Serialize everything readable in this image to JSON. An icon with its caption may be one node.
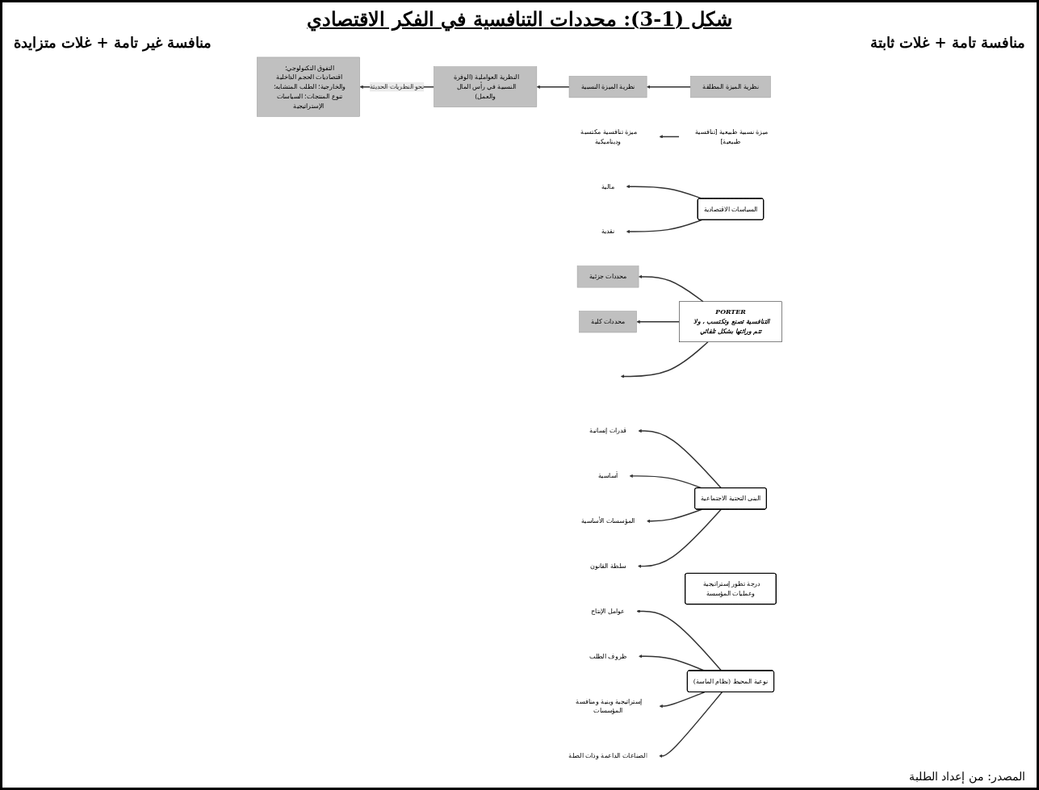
{
  "diagram": {
    "title": "شكل (1-3): محددات التنافسية في الفكر الاقتصادي",
    "nodes": [
      {
        "text": [
          "نظرية الميزة المطلقة"
        ]
      },
      {
        "text": [
          "نظرية الميزة النسبية"
        ]
      },
      {
        "text": [
          "النظرية العواملية (الوفرة النسبية في رأس المال والعمل)"
        ]
      },
      {
        "text": [
          "التفوق التكنولوجي؛ اقتصاديات الحجم الداخلية والخارجية؛ الطلب المتشابه؛ تنوع المنتجات؛ السياسات الإستراتيجية"
        ]
      },
      {
        "text": [
          "ميزة نسبية طبيعية [تنافسية طبيعية]"
        ]
      },
      {
        "text": [
          "ميزة تنافسية مكتسبة وديناميكية"
        ]
      },
      {
        "text": [
          "PORTER",
          "التنافسية تصنع وتكتسب ، ولا تتم وراثتها بشكل تلقائي"
        ]
      },
      {
        "text": [
          "محددات جزئية"
        ]
      },
      {
        "text": [
          "محددات كلية"
        ]
      },
      {
        "text": [
          "السياسات الاقتصادية"
        ]
      },
      {
        "text": [
          "مالية"
        ]
      },
      {
        "text": [
          "نقدية"
        ]
      },
      {
        "text": [
          "البنى التحتية الاجتماعية"
        ]
      },
      {
        "text": [
          "قدرات إنسانية"
        ]
      },
      {
        "text": [
          "أساسية"
        ]
      },
      {
        "text": [
          "المؤسسات الأساسية"
        ]
      },
      {
        "text": [
          "سلطة القانون"
        ]
      },
      {
        "text": [
          "درجة تطور إستراتيجية وعمليات المؤسسة"
        ]
      },
      {
        "text": [
          "نوعية المحيط (نظام الماسة)"
        ]
      },
      {
        "text": [
          "عوامل الإنتاج"
        ]
      },
      {
        "text": [
          "ظروف الطلب"
        ]
      },
      {
        "text": [
          "إستراتيجية وبنية ومنافسة المؤسسات"
        ]
      },
      {
        "text": [
          "الصناعات الداعمة وذات الصلة"
        ]
      }
    ],
    "edges": [
      {
        "from": 0,
        "to": 1,
        "arrow": "to"
      },
      {
        "from": 1,
        "to": 2,
        "arrow": "to"
      },
      {
        "from": 2,
        "to": 3,
        "arrow": "to",
        "label": "نحو النظريات الحديثة"
      },
      {
        "from": 4,
        "to": 5,
        "arrow": "to"
      },
      {
        "from": 6,
        "to": 7,
        "arrow": "to"
      },
      {
        "from": 6,
        "to": 8,
        "arrow": "to"
      },
      {
        "from": 6,
        "to": null,
        "arrow": "to"
      },
      {
        "from": 9,
        "to": 10,
        "arrow": "to"
      },
      {
        "from": 9,
        "to": 11,
        "arrow": "to"
      },
      {
        "from": 12,
        "to": 13,
        "arrow": "to"
      },
      {
        "from": 12,
        "to": 14,
        "arrow": "to"
      },
      {
        "from": 12,
        "to": 15,
        "arrow": "to"
      },
      {
        "from": 12,
        "to": 16,
        "arrow": "to"
      },
      {
        "from": 18,
        "to": 19,
        "arrow": "to"
      },
      {
        "from": 18,
        "to": 20,
        "arrow": "to"
      },
      {
        "from": 18,
        "to": 21,
        "arrow": "to"
      },
      {
        "from": 18,
        "to": 22,
        "arrow": "to"
      }
    ],
    "labels": [
      "منافسة تامة + غلات ثابتة",
      "منافسة غير تامة + غلات متزايدة",
      "المصدر: من إعداد الطلبة"
    ]
  }
}
